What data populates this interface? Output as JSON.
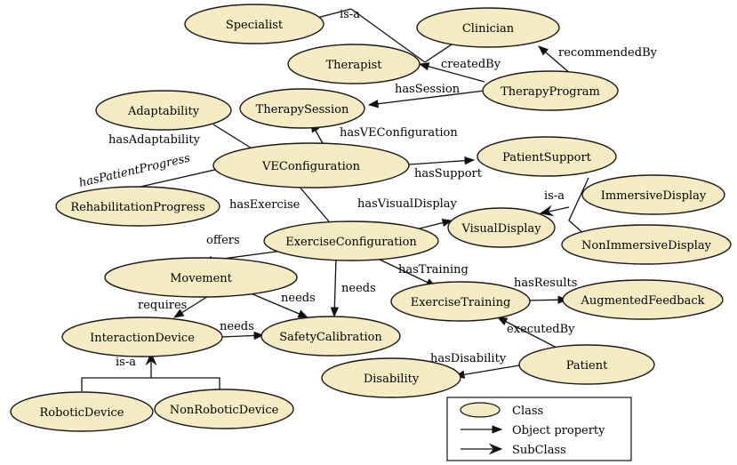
{
  "nodes": {
    "specialist": "Specialist",
    "clinician": "Clinician",
    "therapist": "Therapist",
    "therapy_program": "TherapyProgram",
    "adaptability": "Adaptability",
    "therapy_session": "TherapySession",
    "ve_configuration": "VEConfiguration",
    "patient_support": "PatientSupport",
    "rehabilitation_progress": "RehabilitationProgress",
    "immersive_display": "ImmersiveDisplay",
    "visual_display": "VisualDisplay",
    "non_immersive_display": "NonImmersiveDisplay",
    "exercise_configuration": "ExerciseConfiguration",
    "movement": "Movement",
    "exercise_training": "ExerciseTraining",
    "augmented_feedback": "AugmentedFeedback",
    "interaction_device": "InteractionDevice",
    "safety_calibration": "SafetyCalibration",
    "patient": "Patient",
    "disability": "Disability",
    "robotic_device": "RoboticDevice",
    "non_robotic_device": "NonRoboticDevice"
  },
  "edges": {
    "is_a_clinician": "is-a",
    "recommended_by": "recommendedBy",
    "created_by": "createdBy",
    "has_session": "hasSession",
    "has_adaptability": "hasAdaptability",
    "has_ve_configuration": "hasVEConfiguration",
    "has_patient_progress": "hasPatientProgress",
    "has_support": "hasSupport",
    "has_exercise": "hasExercise",
    "has_visual_display": "hasVisualDisplay",
    "is_a_display": "is-a",
    "offers": "offers",
    "has_training": "hasTraining",
    "needs_ec": "needs",
    "needs_movement": "needs",
    "requires": "requires",
    "needs_device": "needs",
    "has_results": "hasResults",
    "executed_by": "executedBy",
    "has_disability": "hasDisability",
    "is_a_device": "is-a"
  },
  "legend": {
    "class": "Class",
    "object_property": "Object property",
    "subclass": "SubClass"
  },
  "colors": {
    "class_fill": "#f5ecc3",
    "stroke": "#111111"
  }
}
